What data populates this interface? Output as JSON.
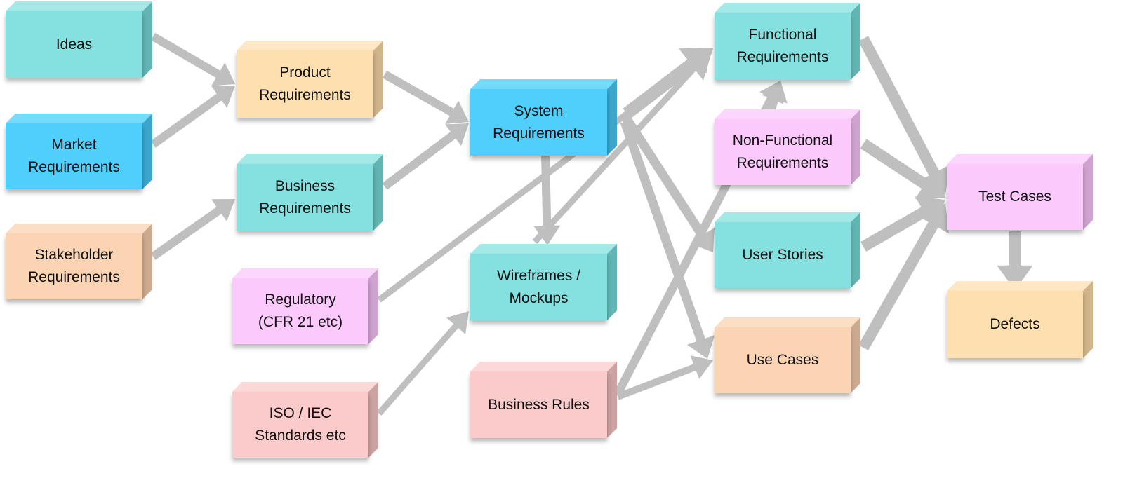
{
  "diagram": {
    "title": "",
    "palette": {
      "teal": {
        "front": "#84E1E0",
        "top": "#A2E9E8",
        "side": "#62B5B3"
      },
      "blue": {
        "front": "#4FCFFB",
        "top": "#75DBFC",
        "side": "#3BA5CC"
      },
      "peach": {
        "front": "#FBD4B4",
        "top": "#FCDEC4",
        "side": "#CDAA8E"
      },
      "tan": {
        "front": "#FDDFB0",
        "top": "#FDE7C4",
        "side": "#D0B48A"
      },
      "pink": {
        "front": "#FBC9FC",
        "top": "#FCD6FC",
        "side": "#CFA2CF"
      },
      "rose": {
        "front": "#FBCBCB",
        "top": "#FCD8D8",
        "side": "#CDA2A2"
      },
      "arrow": "#BFBFBF"
    },
    "nodes": [
      {
        "id": "ideas",
        "label": "Ideas",
        "color": "teal"
      },
      {
        "id": "market",
        "label": "Market\nRequirements",
        "color": "blue"
      },
      {
        "id": "stakeholder",
        "label": "Stakeholder\nRequirements",
        "color": "peach"
      },
      {
        "id": "product",
        "label": "Product\nRequirements",
        "color": "tan"
      },
      {
        "id": "business",
        "label": "Business\nRequirements",
        "color": "teal"
      },
      {
        "id": "regulatory",
        "label": "Regulatory\n(CFR 21 etc)",
        "color": "pink"
      },
      {
        "id": "iso",
        "label": "ISO / IEC\nStandards etc",
        "color": "rose"
      },
      {
        "id": "system",
        "label": "System\nRequirements",
        "color": "blue"
      },
      {
        "id": "wireframes",
        "label": "Wireframes /\nMockups",
        "color": "teal"
      },
      {
        "id": "rules",
        "label": "Business Rules",
        "color": "rose"
      },
      {
        "id": "functional",
        "label": "Functional\nRequirements",
        "color": "teal"
      },
      {
        "id": "nonfunctional",
        "label": "Non-Functional\nRequirements",
        "color": "pink"
      },
      {
        "id": "stories",
        "label": "User Stories",
        "color": "teal"
      },
      {
        "id": "usecases",
        "label": "Use Cases",
        "color": "peach"
      },
      {
        "id": "tests",
        "label": "Test Cases",
        "color": "pink"
      },
      {
        "id": "defects",
        "label": "Defects",
        "color": "tan"
      }
    ],
    "edges": [
      {
        "from": "ideas",
        "to": "product"
      },
      {
        "from": "market",
        "to": "product"
      },
      {
        "from": "stakeholder",
        "to": "business"
      },
      {
        "from": "product",
        "to": "system"
      },
      {
        "from": "business",
        "to": "system"
      },
      {
        "from": "regulatory",
        "to": "functional"
      },
      {
        "from": "iso",
        "to": "wireframes"
      },
      {
        "from": "system",
        "to": "wireframes"
      },
      {
        "from": "system",
        "to": "functional"
      },
      {
        "from": "wireframes",
        "to": "functional"
      },
      {
        "from": "system",
        "to": "stories"
      },
      {
        "from": "system",
        "to": "usecases"
      },
      {
        "from": "rules",
        "to": "usecases"
      },
      {
        "from": "rules",
        "to": "functional"
      },
      {
        "from": "nonfunctional",
        "to": "functional"
      },
      {
        "from": "functional",
        "to": "tests"
      },
      {
        "from": "nonfunctional",
        "to": "tests"
      },
      {
        "from": "stories",
        "to": "tests"
      },
      {
        "from": "usecases",
        "to": "tests"
      },
      {
        "from": "tests",
        "to": "defects"
      }
    ]
  }
}
